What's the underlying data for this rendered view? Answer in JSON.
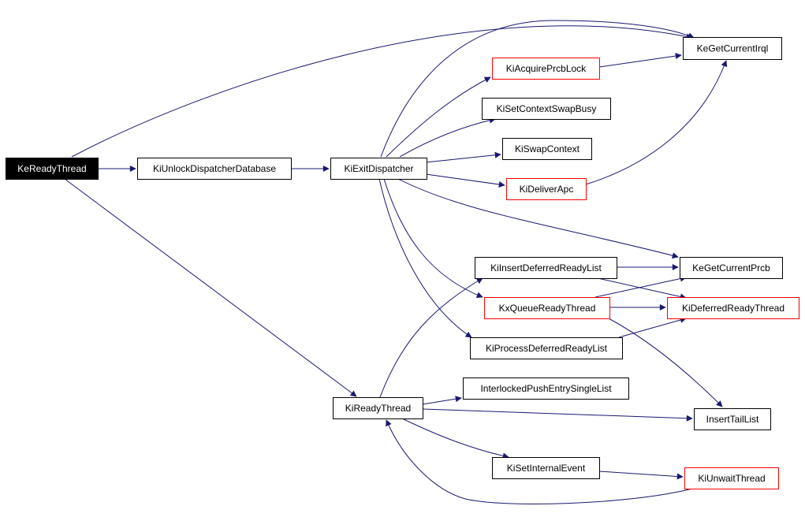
{
  "colors": {
    "edge": "#191970",
    "normal_border": "#000000",
    "highlight_border": "#ff0000",
    "root_fill": "#000000",
    "root_text": "#ffffff",
    "node_fill": "#ffffff",
    "node_text": "#000000"
  },
  "nodes": [
    {
      "id": "KeReadyThread",
      "label": "KeReadyThread",
      "style": "root"
    },
    {
      "id": "KiUnlockDispatcherDatabase",
      "label": "KiUnlockDispatcherDatabase",
      "style": "normal"
    },
    {
      "id": "KiExitDispatcher",
      "label": "KiExitDispatcher",
      "style": "normal"
    },
    {
      "id": "KeGetCurrentIrql",
      "label": "KeGetCurrentIrql",
      "style": "normal"
    },
    {
      "id": "KiAcquirePrcbLock",
      "label": "KiAcquirePrcbLock",
      "style": "red"
    },
    {
      "id": "KiSetContextSwapBusy",
      "label": "KiSetContextSwapBusy",
      "style": "normal"
    },
    {
      "id": "KiSwapContext",
      "label": "KiSwapContext",
      "style": "normal"
    },
    {
      "id": "KiDeliverApc",
      "label": "KiDeliverApc",
      "style": "red"
    },
    {
      "id": "KeGetCurrentPrcb",
      "label": "KeGetCurrentPrcb",
      "style": "normal"
    },
    {
      "id": "KiInsertDeferredReadyList",
      "label": "KiInsertDeferredReadyList",
      "style": "normal"
    },
    {
      "id": "KxQueueReadyThread",
      "label": "KxQueueReadyThread",
      "style": "red"
    },
    {
      "id": "KiDeferredReadyThread",
      "label": "KiDeferredReadyThread",
      "style": "red"
    },
    {
      "id": "KiProcessDeferredReadyList",
      "label": "KiProcessDeferredReadyList",
      "style": "normal"
    },
    {
      "id": "KiReadyThread",
      "label": "KiReadyThread",
      "style": "normal"
    },
    {
      "id": "InterlockedPushEntrySingleList",
      "label": "InterlockedPushEntrySingleList",
      "style": "normal"
    },
    {
      "id": "InsertTailList",
      "label": "InsertTailList",
      "style": "normal"
    },
    {
      "id": "KiSetInternalEvent",
      "label": "KiSetInternalEvent",
      "style": "normal"
    },
    {
      "id": "KiUnwaitThread",
      "label": "KiUnwaitThread",
      "style": "red"
    }
  ],
  "edges": [
    {
      "from": "KeReadyThread",
      "to": "KeGetCurrentIrql"
    },
    {
      "from": "KeReadyThread",
      "to": "KiUnlockDispatcherDatabase"
    },
    {
      "from": "KeReadyThread",
      "to": "KiReadyThread"
    },
    {
      "from": "KiUnlockDispatcherDatabase",
      "to": "KiExitDispatcher"
    },
    {
      "from": "KiExitDispatcher",
      "to": "KeGetCurrentIrql"
    },
    {
      "from": "KiExitDispatcher",
      "to": "KiAcquirePrcbLock"
    },
    {
      "from": "KiExitDispatcher",
      "to": "KiSetContextSwapBusy"
    },
    {
      "from": "KiExitDispatcher",
      "to": "KiSwapContext"
    },
    {
      "from": "KiExitDispatcher",
      "to": "KiDeliverApc"
    },
    {
      "from": "KiExitDispatcher",
      "to": "KeGetCurrentPrcb"
    },
    {
      "from": "KiExitDispatcher",
      "to": "KxQueueReadyThread"
    },
    {
      "from": "KiExitDispatcher",
      "to": "KiProcessDeferredReadyList"
    },
    {
      "from": "KiAcquirePrcbLock",
      "to": "KeGetCurrentIrql"
    },
    {
      "from": "KiDeliverApc",
      "to": "KeGetCurrentIrql"
    },
    {
      "from": "KiInsertDeferredReadyList",
      "to": "KeGetCurrentPrcb"
    },
    {
      "from": "KiInsertDeferredReadyList",
      "to": "KiDeferredReadyThread"
    },
    {
      "from": "KxQueueReadyThread",
      "to": "KeGetCurrentPrcb"
    },
    {
      "from": "KxQueueReadyThread",
      "to": "KiDeferredReadyThread"
    },
    {
      "from": "KxQueueReadyThread",
      "to": "InsertTailList"
    },
    {
      "from": "KiProcessDeferredReadyList",
      "to": "KiDeferredReadyThread"
    },
    {
      "from": "KiReadyThread",
      "to": "KiInsertDeferredReadyList"
    },
    {
      "from": "KiReadyThread",
      "to": "InterlockedPushEntrySingleList"
    },
    {
      "from": "KiReadyThread",
      "to": "InsertTailList"
    },
    {
      "from": "KiReadyThread",
      "to": "KiSetInternalEvent"
    },
    {
      "from": "KiSetInternalEvent",
      "to": "KiUnwaitThread"
    },
    {
      "from": "KiUnwaitThread",
      "to": "KiReadyThread"
    }
  ]
}
